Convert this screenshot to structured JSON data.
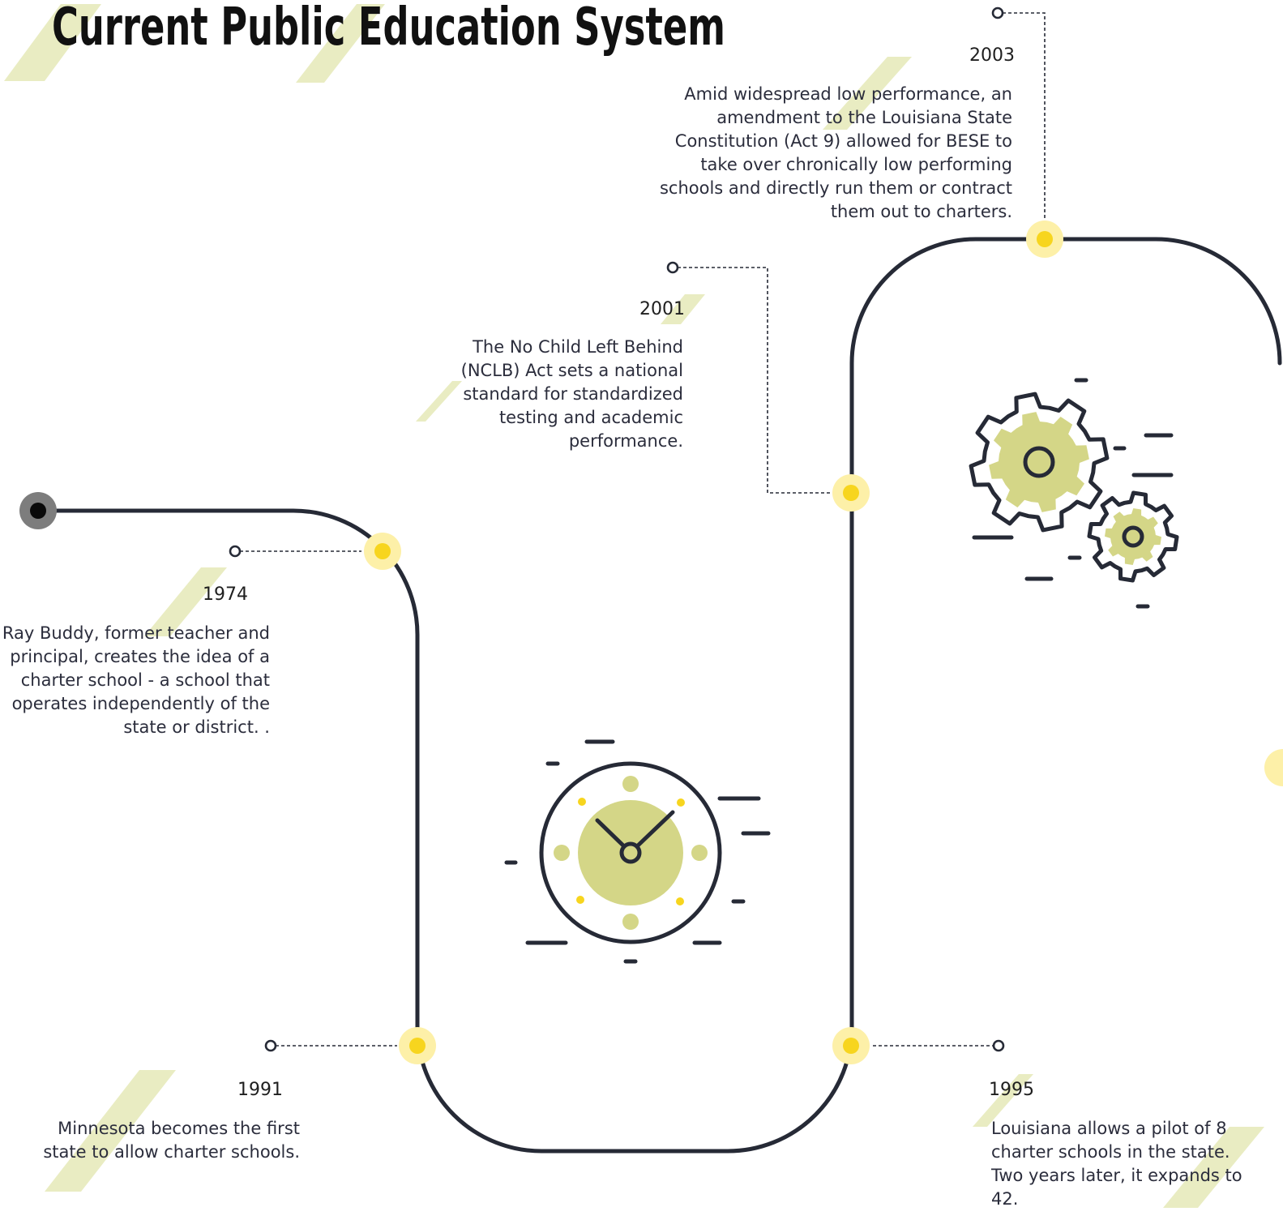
{
  "title": "Current Public Education System",
  "colors": {
    "track": "#262a36",
    "milestone_outer": "#fdf0a8",
    "milestone_inner": "#f7d51e",
    "accent_stripe": "#e9ecc2",
    "icon_fill": "#d4d687",
    "start_dot_outer": "#7d7d7d",
    "start_dot_inner": "#0a0a0a"
  },
  "events": [
    {
      "year": "1974",
      "description": "Ray Buddy, former teacher and principal, creates the idea of a charter school - a school that operates independently of the state or district. ."
    },
    {
      "year": "1991",
      "description": "Minnesota becomes the first state to allow charter schools."
    },
    {
      "year": "1995",
      "description": "Louisiana allows a pilot of 8 charter schools in the state. Two years later, it expands to 42."
    },
    {
      "year": "2001",
      "description": "The No Child Left Behind (NCLB) Act sets a national standard for standardized testing and academic performance."
    },
    {
      "year": "2003",
      "description": "Amid widespread low performance, an amendment to the Louisiana State Constitution (Act 9) allowed for BESE to take over chronically low performing schools and directly run them or contract them out to charters."
    }
  ],
  "icons": [
    "clock-icon",
    "gears-icon"
  ]
}
